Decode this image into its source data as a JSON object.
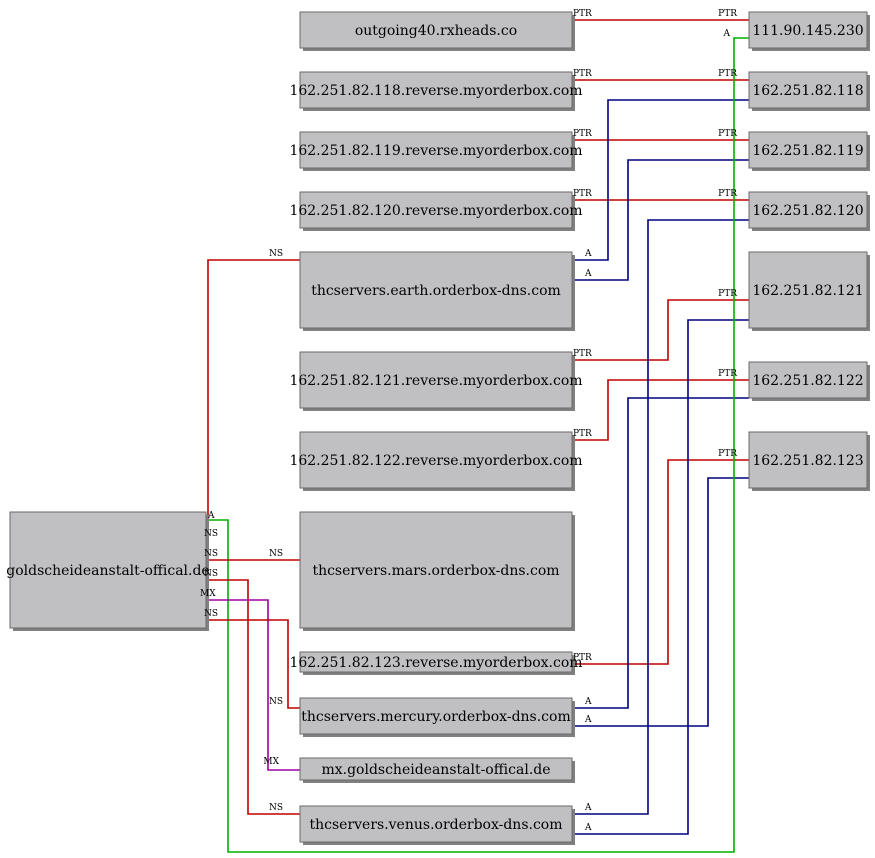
{
  "colors": {
    "PTR": "#c00000",
    "A": "#000080",
    "A_origin": "#00b000",
    "NS": "#c00000",
    "MX": "#a000a0",
    "node_fill": "#c0bfc2",
    "node_border": "#6a6a6a"
  },
  "nodes": [
    {
      "id": "domain",
      "label": "goldscheideanstalt-offical.de"
    },
    {
      "id": "outgoing40",
      "label": "outgoing40.rxheads.co"
    },
    {
      "id": "rev118",
      "label": "162.251.82.118.reverse.myorderbox.com"
    },
    {
      "id": "rev119",
      "label": "162.251.82.119.reverse.myorderbox.com"
    },
    {
      "id": "rev120",
      "label": "162.251.82.120.reverse.myorderbox.com"
    },
    {
      "id": "earth",
      "label": "thcservers.earth.orderbox-dns.com"
    },
    {
      "id": "rev121",
      "label": "162.251.82.121.reverse.myorderbox.com"
    },
    {
      "id": "rev122",
      "label": "162.251.82.122.reverse.myorderbox.com"
    },
    {
      "id": "mars",
      "label": "thcservers.mars.orderbox-dns.com"
    },
    {
      "id": "rev123",
      "label": "162.251.82.123.reverse.myorderbox.com"
    },
    {
      "id": "mercury",
      "label": "thcservers.mercury.orderbox-dns.com"
    },
    {
      "id": "mx",
      "label": "mx.goldscheideanstalt-offical.de"
    },
    {
      "id": "venus",
      "label": "thcservers.venus.orderbox-dns.com"
    },
    {
      "id": "ip230",
      "label": "111.90.145.230"
    },
    {
      "id": "ip118",
      "label": "162.251.82.118"
    },
    {
      "id": "ip119",
      "label": "162.251.82.119"
    },
    {
      "id": "ip120",
      "label": "162.251.82.120"
    },
    {
      "id": "ip121",
      "label": "162.251.82.121"
    },
    {
      "id": "ip122",
      "label": "162.251.82.122"
    },
    {
      "id": "ip123",
      "label": "162.251.82.123"
    }
  ],
  "edges": [
    {
      "from": "outgoing40",
      "to": "ip230",
      "type": "PTR"
    },
    {
      "from": "rev118",
      "to": "ip118",
      "type": "PTR"
    },
    {
      "from": "rev119",
      "to": "ip119",
      "type": "PTR"
    },
    {
      "from": "rev120",
      "to": "ip120",
      "type": "PTR"
    },
    {
      "from": "rev121",
      "to": "ip121",
      "type": "PTR"
    },
    {
      "from": "rev122",
      "to": "ip122",
      "type": "PTR"
    },
    {
      "from": "rev123",
      "to": "ip123",
      "type": "PTR"
    },
    {
      "from": "earth",
      "to": "ip118",
      "type": "A"
    },
    {
      "from": "earth",
      "to": "ip119",
      "type": "A"
    },
    {
      "from": "venus",
      "to": "ip120",
      "type": "A"
    },
    {
      "from": "venus",
      "to": "ip121",
      "type": "A"
    },
    {
      "from": "mercury",
      "to": "ip122",
      "type": "A"
    },
    {
      "from": "mercury",
      "to": "ip123",
      "type": "A"
    },
    {
      "from": "domain",
      "to": "ip230",
      "type": "A"
    },
    {
      "from": "domain",
      "to": "earth",
      "type": "NS"
    },
    {
      "from": "domain",
      "to": "mars",
      "type": "NS"
    },
    {
      "from": "domain",
      "to": "venus",
      "type": "NS"
    },
    {
      "from": "domain",
      "to": "mx",
      "type": "MX"
    },
    {
      "from": "domain",
      "to": "mercury",
      "type": "NS"
    }
  ]
}
